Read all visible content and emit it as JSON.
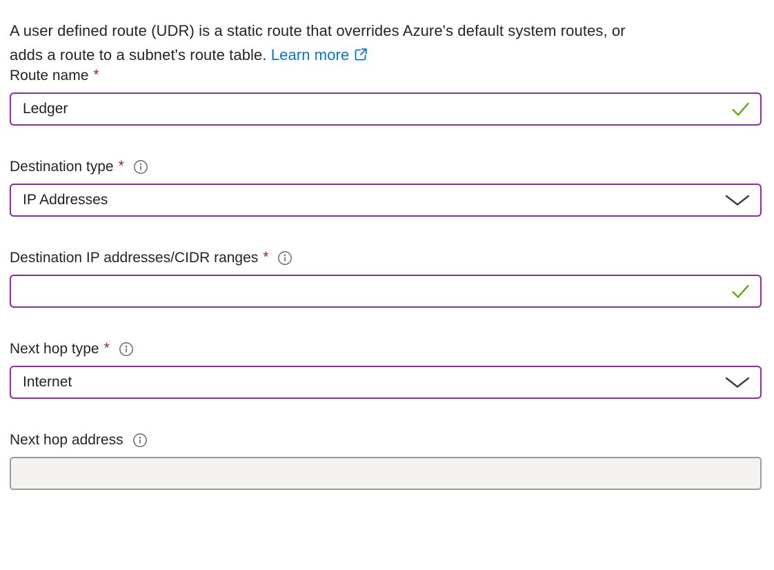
{
  "ui": {
    "required_marker": "*"
  },
  "intro": {
    "line1": "A user defined route (UDR) is a static route that overrides Azure's default system routes, or",
    "line2": "adds a route to a subnet's route table.",
    "link_label": "Learn more"
  },
  "colors": {
    "accent_purple": "#8a2da5",
    "link_blue": "#0078d4",
    "success_green": "#57a300",
    "required_red": "#a4262c",
    "disabled_bg": "#f3f2f1",
    "disabled_border": "#9d9b99"
  },
  "fields": {
    "route_name": {
      "label": "Route name",
      "required": true,
      "value": "Ledger",
      "validation": "valid"
    },
    "destination_type": {
      "label": "Destination type",
      "required": true,
      "has_info": true,
      "selected_option": "IP Addresses"
    },
    "destination_ip": {
      "label": "Destination IP addresses/CIDR ranges",
      "required": true,
      "has_info": true,
      "value": "",
      "validation": "valid"
    },
    "next_hop_type": {
      "label": "Next hop type",
      "required": true,
      "has_info": true,
      "selected_option": "Internet"
    },
    "next_hop_address": {
      "label": "Next hop address",
      "required": false,
      "has_info": true,
      "value": "",
      "disabled": true
    }
  }
}
